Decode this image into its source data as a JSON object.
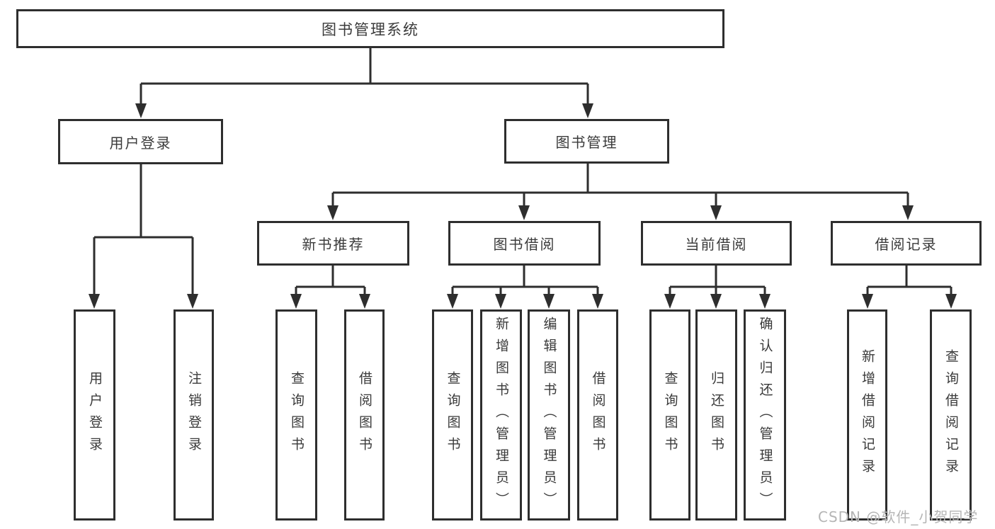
{
  "tree": {
    "root": {
      "label": "图书管理系统"
    },
    "branches": [
      {
        "label": "用户登录",
        "children": [
          {
            "label": "用户登录"
          },
          {
            "label": "注销登录"
          }
        ]
      },
      {
        "label": "图书管理",
        "children": [
          {
            "label": "新书推荐",
            "children": [
              {
                "label": "查询图书"
              },
              {
                "label": "借阅图书"
              }
            ]
          },
          {
            "label": "图书借阅",
            "children": [
              {
                "label": "查询图书"
              },
              {
                "label": "新增图书（管理员）"
              },
              {
                "label": "编辑图书（管理员）"
              },
              {
                "label": "借阅图书"
              }
            ]
          },
          {
            "label": "当前借阅",
            "children": [
              {
                "label": "查询图书"
              },
              {
                "label": "归还图书"
              },
              {
                "label": "确认归还（管理员）"
              }
            ]
          },
          {
            "label": "借阅记录",
            "children": [
              {
                "label": "新增借阅记录"
              },
              {
                "label": "查询借阅记录"
              }
            ]
          }
        ]
      }
    ]
  },
  "watermark": {
    "text": "CSDN @软件_小贺同学"
  },
  "colors": {
    "line": "#2e2e2e",
    "text": "#3a3a3a",
    "box_fill": "#ffffff",
    "background": "#ffffff",
    "watermark": "#b5b5b5"
  }
}
